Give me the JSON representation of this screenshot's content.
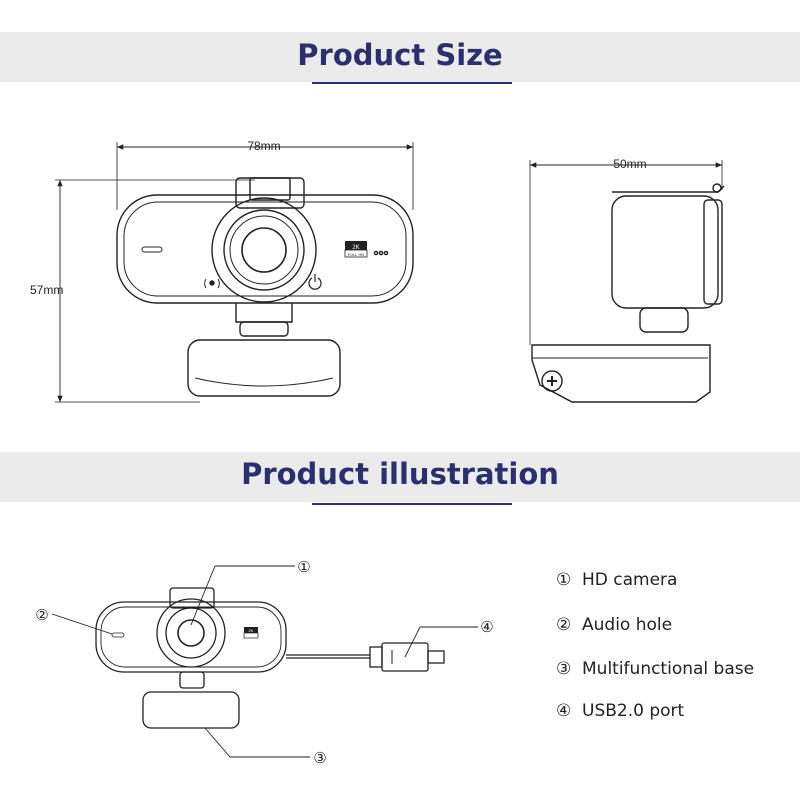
{
  "sections": {
    "size_title": "Product Size",
    "illustration_title": "Product illustration"
  },
  "dimensions": {
    "width": "78mm",
    "height": "57mm",
    "depth": "50mm"
  },
  "camera_labels": {
    "resolution": "2K",
    "full_hd": "FULL HD"
  },
  "callouts": {
    "c1": "①",
    "c2": "②",
    "c3": "③",
    "c4": "④"
  },
  "legend": [
    {
      "num": "①",
      "label": "HD camera"
    },
    {
      "num": "②",
      "label": "Audio hole"
    },
    {
      "num": "③",
      "label": "Multifunctional base"
    },
    {
      "num": "④",
      "label": "USB2.0 port"
    }
  ],
  "colors": {
    "title": "#2b2f6e",
    "band": "#ebebeb",
    "line": "#222222"
  }
}
